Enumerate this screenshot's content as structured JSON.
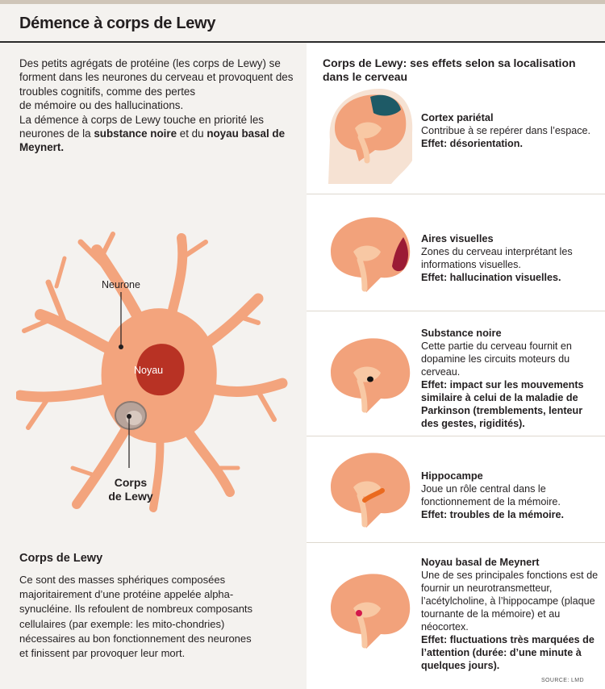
{
  "header": {
    "title": "Démence à corps de Lewy"
  },
  "intro": {
    "text1": "Des petits agrégats de protéine (les corps de Lewy) se forment dans les neurones du cerveau et provoquent des troubles cognitifs, comme des pertes",
    "text2": "de mémoire ou des hallucinations.",
    "text3": "La démence à corps de Lewy touche en priorité les neurones de la",
    "bold1": "substance noire",
    "text4": "et du",
    "bold2": "noyau basal de Meynert."
  },
  "neuron": {
    "label_neurone": "Neurone",
    "label_noyau": "Noyau",
    "label_corps_line1": "Corps",
    "label_corps_line2": "de Lewy"
  },
  "lewy": {
    "title": "Corps de Lewy",
    "text": "Ce sont des masses sphériques composées majoritairement d’une protéine appelée alpha-synucléine. Ils refoulent de nombreux composants cellulaires (par exemple: les mito-chondries) nécessaires au bon fonctionnement des neurones et finissent par provoquer leur mort."
  },
  "right": {
    "title": "Corps de Lewy: ses effets selon sa localisation dans le cerveau",
    "items": [
      {
        "heading": "Cortex pariétal",
        "desc": "Contribue à se repérer dans l’espace.",
        "effect": "Effet: désorientation."
      },
      {
        "heading": "Aires visuelles",
        "desc": "Zones du cerveau interprétant les informations visuelles.",
        "effect": "Effet: hallucination visuelles."
      },
      {
        "heading": "Substance noire",
        "desc": "Cette partie du cerveau fournit en dopamine les circuits moteurs du cerveau.",
        "effect": "Effet: impact sur les mouvements similaire à celui de la maladie de Parkinson (tremblements, lenteur des gestes, rigidités)."
      },
      {
        "heading": "Hippocampe",
        "desc": "Joue un rôle central dans le fonctionnement de la mémoire.",
        "effect": "Effet: troubles de la mémoire."
      },
      {
        "heading": "Noyau basal de Meynert",
        "desc": "Une de ses principales fonctions est de fournir un neurotransmetteur, l’acétylcholine, à l’hippocampe (plaque tournante de la mémoire) et au néocortex.",
        "effect": "Effet: fluctuations très marquées de l’attention (durée: d’une minute à quelques jours)."
      }
    ]
  },
  "source": "SOURCE: LMD",
  "colors": {
    "brain": "#f2a27b",
    "brain_inner": "#f8c8a4",
    "cortex": "#1e5a66",
    "visual": "#9b1b35",
    "hippo": "#ea6a1f",
    "meynert": "#d3184b",
    "neuron": "#f3a47d",
    "noyau": "#b83224"
  }
}
